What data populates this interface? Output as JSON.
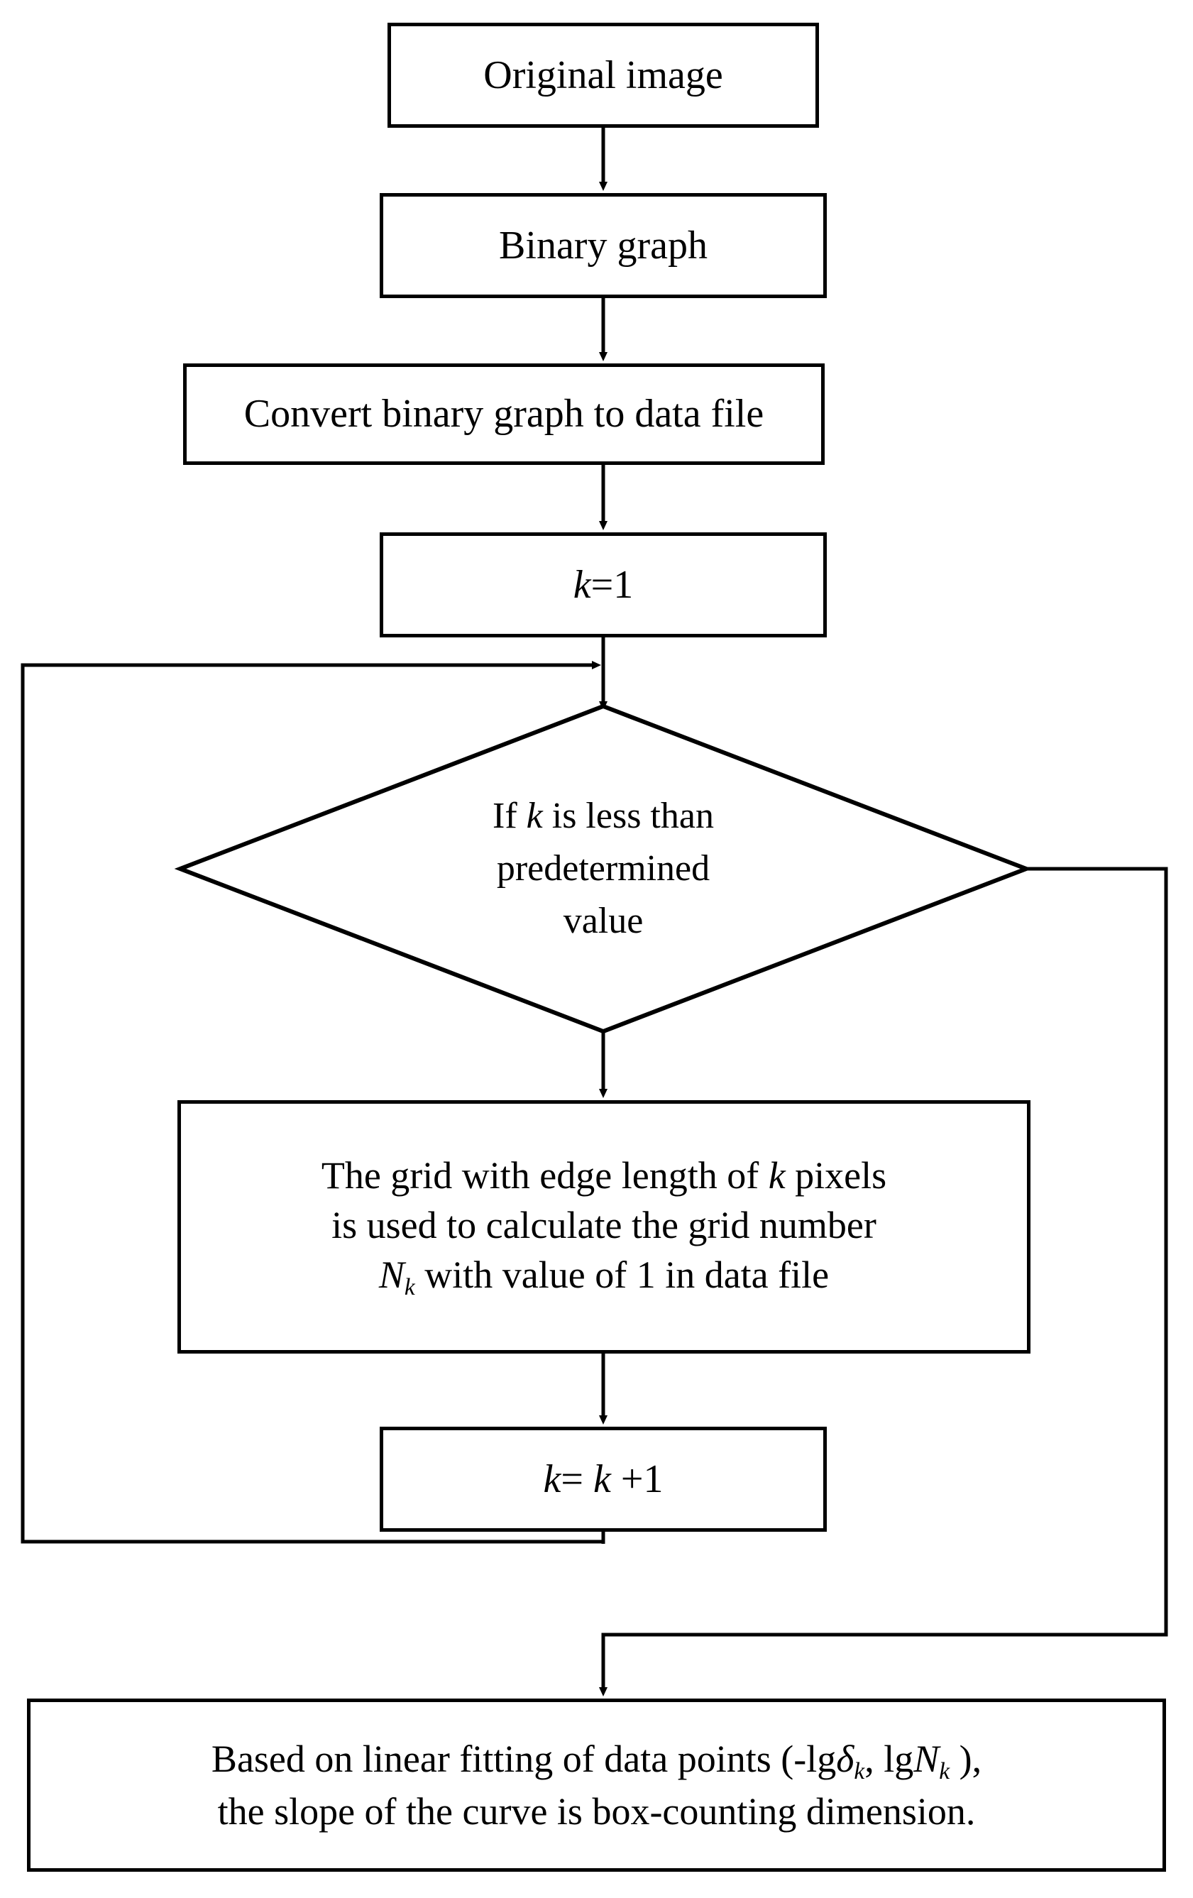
{
  "diagram": {
    "title": "Box-counting dimension calculation flowchart",
    "type": "flowchart",
    "background_color": "#ffffff",
    "line_color": "#000000",
    "nodes": [
      {
        "id": "original-image",
        "shape": "process",
        "text": "Original image"
      },
      {
        "id": "binary-graph",
        "shape": "process",
        "text": "Binary graph"
      },
      {
        "id": "convert-binary",
        "shape": "process",
        "text": "Convert binary graph to data file"
      },
      {
        "id": "k-init",
        "shape": "process",
        "text_html": "<i>k</i>=1",
        "text": "k=1"
      },
      {
        "id": "decision",
        "shape": "decision",
        "text_html": "If <i>k</i> is less than<br>predetermined<br>value",
        "text": "If k is less than predetermined value"
      },
      {
        "id": "grid-count",
        "shape": "process",
        "text_html": "The grid with edge length of <i>k</i> pixels<br>is used to calculate the grid number<br><i>N</i><sub>k</sub> with value of 1 in data file",
        "text": "The grid with edge length of k pixels is used to calculate the grid number Nk with value of 1 in data file"
      },
      {
        "id": "k-increment",
        "shape": "process",
        "text_html": "<i>k</i>= <i>k</i> +1",
        "text": "k= k +1"
      },
      {
        "id": "linear-fitting",
        "shape": "process",
        "text_html": "Based on linear fitting of data points (-lg<i>&delta;</i><sub>k</sub>, lg<i>N</i><sub>k</sub> ),<br>the slope of the curve is box-counting dimension.",
        "text": "Based on linear fitting of data points (-lgδk, lgNk ), the slope of the curve is box-counting dimension."
      }
    ],
    "edges": [
      {
        "id": "e1",
        "from": "original-image",
        "to": "binary-graph",
        "arrow": "down"
      },
      {
        "id": "e2",
        "from": "binary-graph",
        "to": "convert-binary",
        "arrow": "down"
      },
      {
        "id": "e3",
        "from": "convert-binary",
        "to": "k-init",
        "arrow": "down"
      },
      {
        "id": "e4",
        "from": "k-init",
        "to": "decision",
        "arrow": "down"
      },
      {
        "id": "e5",
        "from": "decision",
        "to": "grid-count",
        "arrow": "down"
      },
      {
        "id": "e6",
        "from": "grid-count",
        "to": "k-increment",
        "arrow": "down"
      },
      {
        "id": "e7",
        "from": "k-increment",
        "to": "decision",
        "arrow": "left-up-right",
        "label": ""
      },
      {
        "id": "e8",
        "from": "decision",
        "to": "linear-fitting",
        "arrow": "right-down-left"
      }
    ]
  }
}
